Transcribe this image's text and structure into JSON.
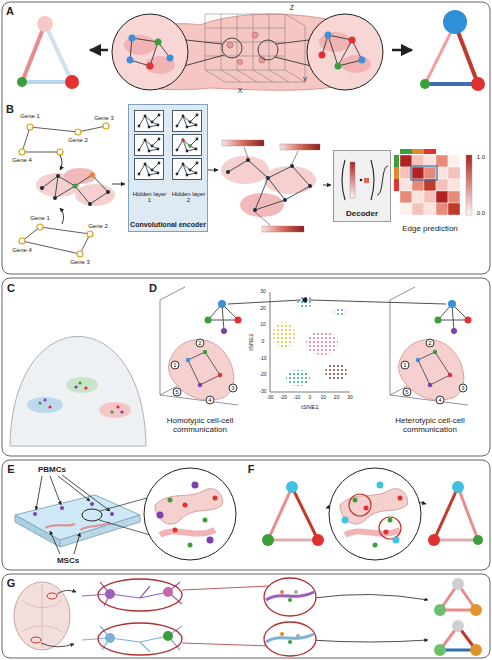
{
  "diagram": {
    "nodes": [
      {
        "text": [
          "Convolutional encoder"
        ]
      },
      {
        "text": [
          "Hidden layer 1"
        ],
        "in": 0
      },
      {
        "text": [
          "Hidden layer 2"
        ],
        "in": 0
      },
      {
        "text": [
          "Decoder"
        ]
      }
    ],
    "labels": [
      "A",
      "Z",
      "X",
      "Y",
      "B",
      "Gene 1",
      "Gene 2",
      "Gene 3",
      "Gene 4",
      "Gene 1",
      "Gene 2",
      "Gene 4",
      "Gene 3",
      "1.0",
      "0.0",
      "Edge prediction",
      "C",
      "D",
      "-30",
      "-20",
      "-10",
      "0",
      "10",
      "20",
      "30",
      "-30",
      "-20",
      "-10",
      "0",
      "10",
      "20",
      "30",
      "tSNE1",
      "tSNE2",
      "Homotypic cell-cell communication",
      "Heterotypic cell-cell communication",
      "1",
      "2",
      "3",
      "4",
      "5",
      "1",
      "2",
      "3",
      "4",
      "5",
      "E",
      "F",
      "PBMCs",
      "MSCs",
      "G"
    ]
  }
}
